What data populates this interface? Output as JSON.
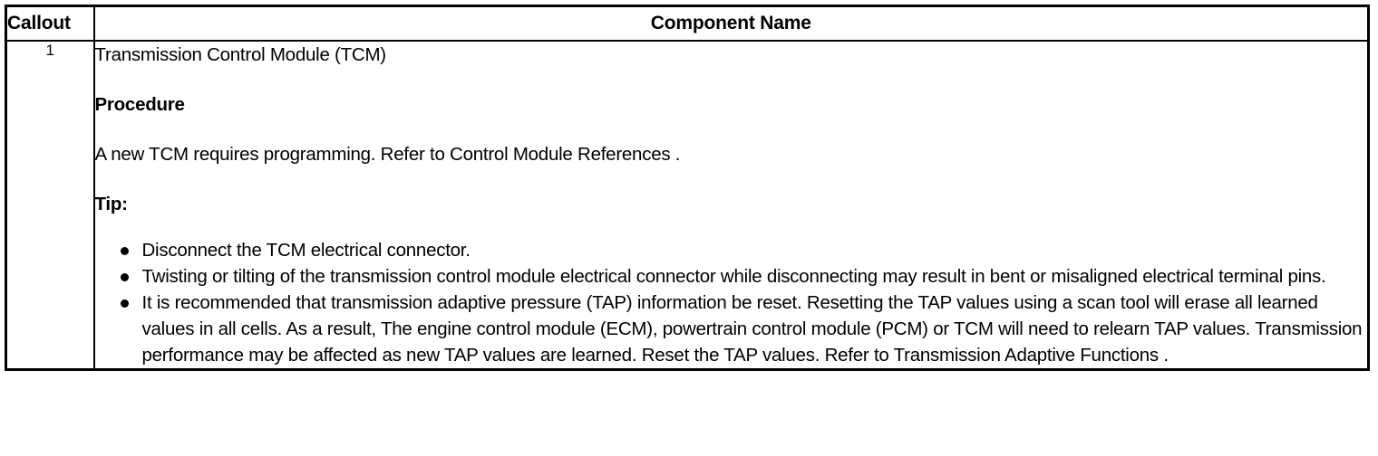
{
  "table": {
    "headers": {
      "callout": "Callout",
      "component_name": "Component Name"
    },
    "rows": [
      {
        "callout": "1",
        "title": "Transmission Control Module (TCM)",
        "procedure_heading": "Procedure",
        "procedure_text": "A new TCM requires programming. Refer to Control Module References .",
        "tip_heading": "Tip:",
        "tips": [
          "Disconnect the TCM electrical connector.",
          "Twisting or tilting of the transmission control module electrical connector while disconnecting may result in bent or misaligned electrical terminal pins.",
          "It is recommended that transmission adaptive pressure (TAP) information be reset. Resetting the TAP values using a scan tool will erase all learned values in all cells. As a result, The engine control module (ECM), powertrain control module (PCM) or TCM will need to relearn TAP values. Transmission performance may be affected as new TAP values are learned. Reset the TAP values. Refer to Transmission Adaptive Functions ."
        ]
      }
    ]
  },
  "colors": {
    "border": "#000000",
    "text": "#000000",
    "background": "#ffffff"
  }
}
